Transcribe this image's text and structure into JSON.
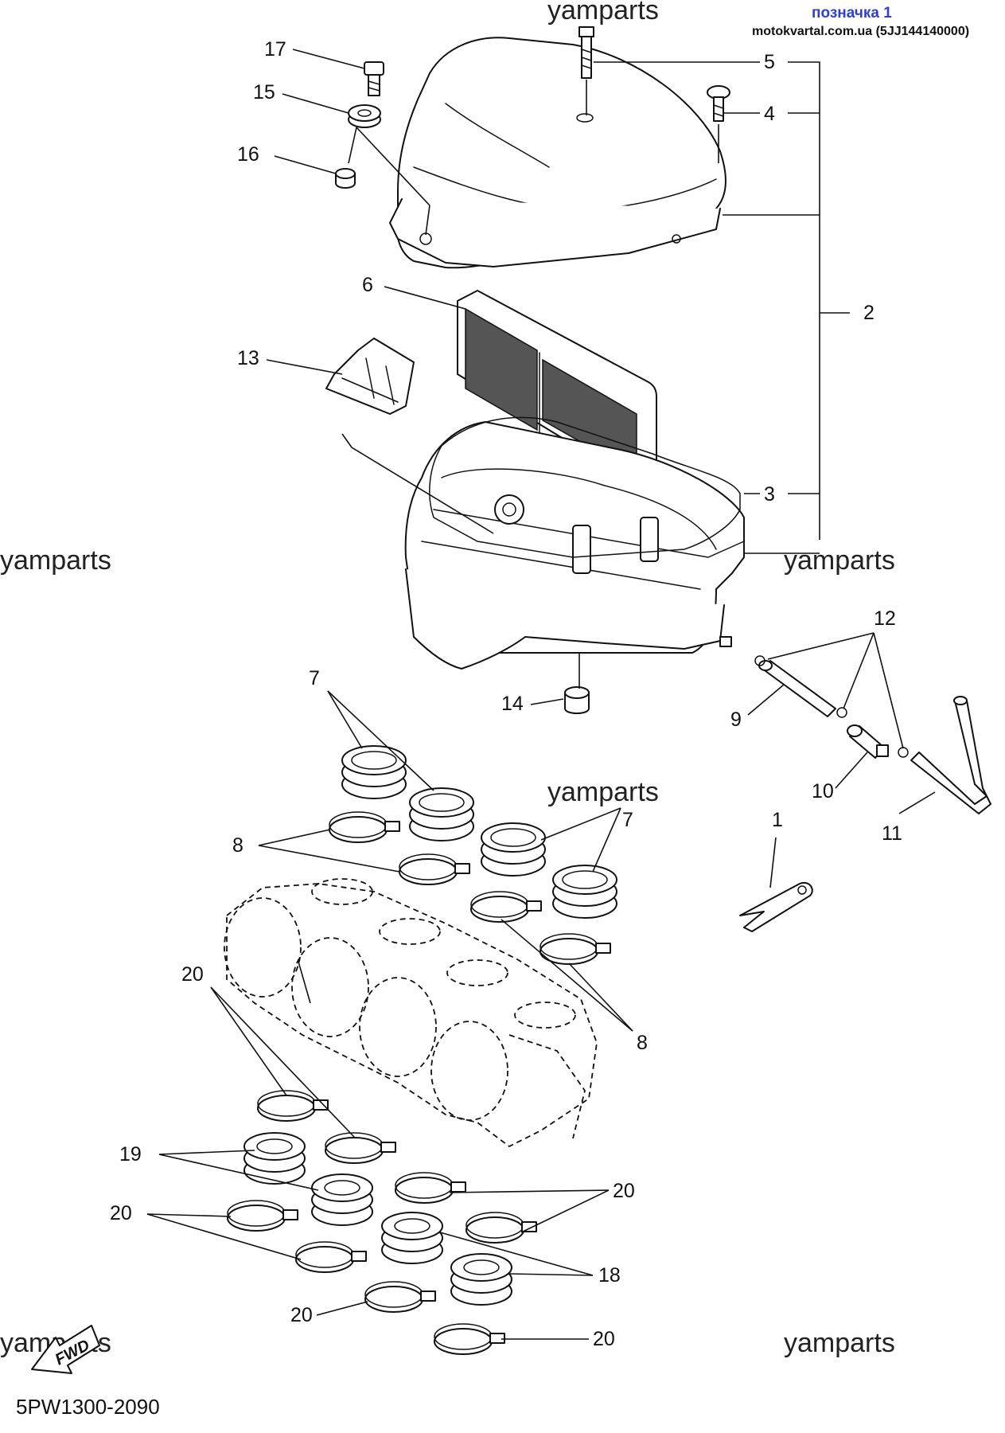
{
  "header": {
    "label": "позначка 1",
    "site": "motokvartal.com.ua (5JJ144140000)"
  },
  "watermark": "yamparts",
  "diagram_code": "5PW1300-2090",
  "fwd_label": "FWD",
  "callouts": {
    "c17": "17",
    "c15": "15",
    "c16": "16",
    "c5": "5",
    "c4": "4",
    "c2": "2",
    "c6": "6",
    "c13": "13",
    "c3": "3",
    "c12": "12",
    "c14": "14",
    "c9": "9",
    "c10": "10",
    "c11": "11",
    "c1": "1",
    "c7a": "7",
    "c7b": "7",
    "c8a": "8",
    "c8b": "8",
    "c20a": "20",
    "c19": "19",
    "c20b": "20",
    "c20c": "20",
    "c18": "18",
    "c20d": "20",
    "c20e": "20"
  }
}
